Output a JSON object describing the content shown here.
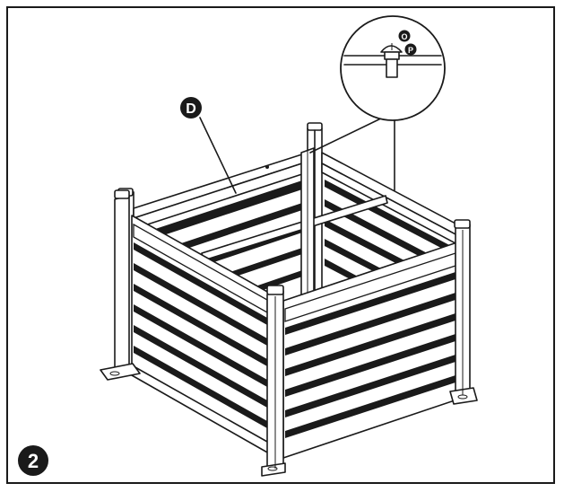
{
  "step_number": "2",
  "part_label_main": "D",
  "detail_labels": [
    "O",
    "P"
  ],
  "colors": {
    "ink": "#1a1a1a",
    "paper": "#ffffff"
  }
}
